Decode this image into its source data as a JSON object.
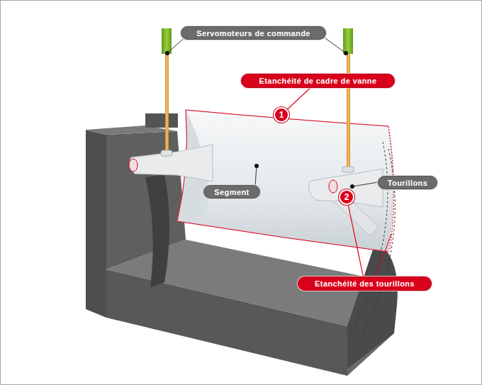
{
  "diagram": {
    "nodes": [
      {
        "text": [
          "Servomoteurs de commande"
        ]
      },
      {
        "text": [
          "Etanchéité de cadre de vanne"
        ]
      },
      {
        "text": [
          "1"
        ]
      },
      {
        "text": [
          "Segment"
        ]
      },
      {
        "text": [
          "Tourillons"
        ]
      },
      {
        "text": [
          "2"
        ]
      },
      {
        "text": [
          "Etanchéité des tourillons"
        ]
      }
    ],
    "edges": [
      {
        "from": 1,
        "to": 2,
        "arrow": "none"
      },
      {
        "from": 6,
        "to": 5,
        "arrow": "none"
      }
    ]
  }
}
